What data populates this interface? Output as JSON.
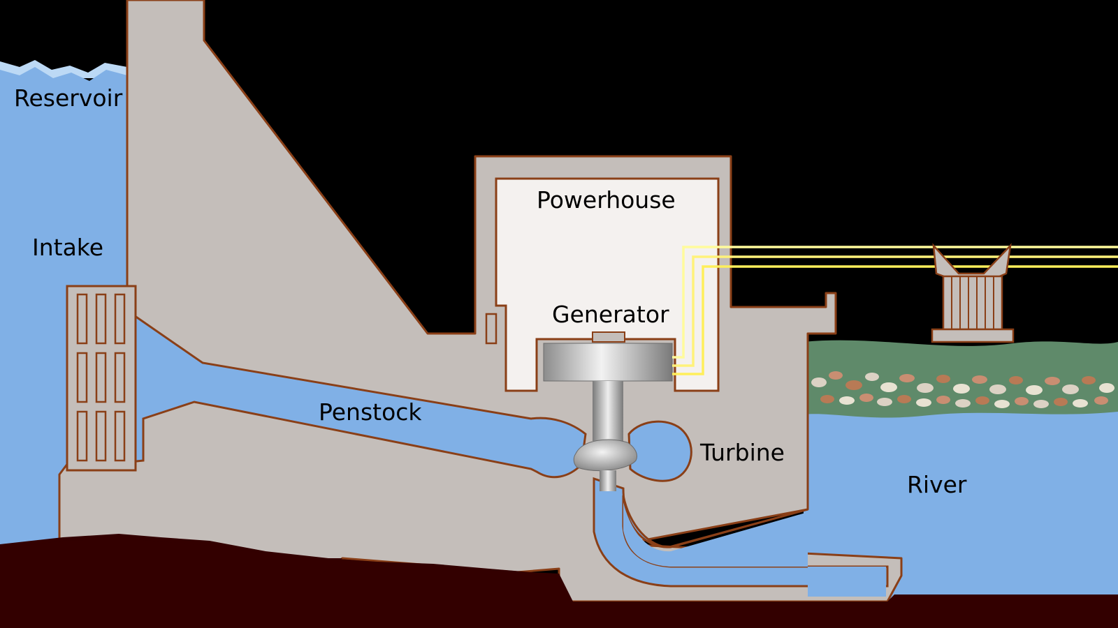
{
  "labels": {
    "reservoir": "Reservoir",
    "intake": "Intake",
    "powerhouse": "Powerhouse",
    "generator": "Generator",
    "penstock": "Penstock",
    "turbine": "Turbine",
    "river": "River"
  },
  "colors": {
    "background": "#000000",
    "water": "#80b0e6",
    "water_surface": "#bcd9f5",
    "concrete": "#c4beba",
    "outline": "#8a3f17",
    "room": "#f4f1ef",
    "bedrock": "#330000",
    "ground": "#5f8a6a",
    "power_lines": [
      "#fffb9c",
      "#fff27a",
      "#ffef5a"
    ],
    "stones": [
      "#c98e72",
      "#dcd2c4",
      "#b87a55",
      "#e8e2d2"
    ]
  }
}
